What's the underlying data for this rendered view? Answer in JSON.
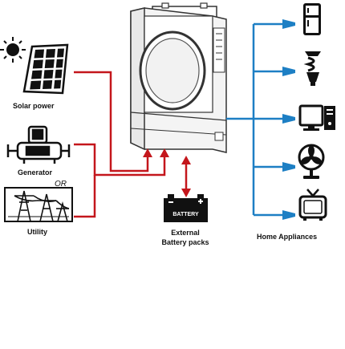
{
  "sources": {
    "solar": "Solar power",
    "generator": "Generator",
    "or": "OR",
    "utility": "Utility"
  },
  "battery": {
    "box_label": "BATTERY",
    "caption_line1": "External",
    "caption_line2": "Battery packs"
  },
  "loads": {
    "caption": "Home Appliances",
    "items": [
      "refrigerator-icon",
      "bulb-icon",
      "computer-icon",
      "fan-icon",
      "tv-icon"
    ]
  },
  "colors": {
    "dc_wire": "#c4161c",
    "ac_wire": "#1d7fc4",
    "device_outline": "#333333"
  }
}
